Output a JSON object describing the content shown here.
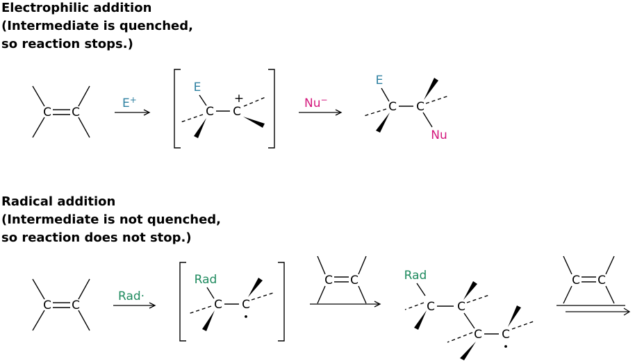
{
  "electrophilic": {
    "heading": [
      "Electrophilic addition",
      "(Intermediate is quenched,",
      "so reaction stops.)"
    ],
    "reagent1": "E",
    "reagent1_charge": "+",
    "reagent2": "Nu",
    "reagent2_charge": "−",
    "substituent_e": "E",
    "substituent_nu": "Nu",
    "cation_charge": "+"
  },
  "radical": {
    "heading": [
      "Radical addition",
      "(Intermediate is not quenched,",
      "so reaction does not stop.)"
    ],
    "reagent": "Rad·",
    "substituent": "Rad"
  },
  "atom_symbol": "C",
  "colors": {
    "electrophile": "#2c7fa0",
    "nucleophile": "#d4177c",
    "radical": "#1e8a5e",
    "bond": "#000000"
  }
}
